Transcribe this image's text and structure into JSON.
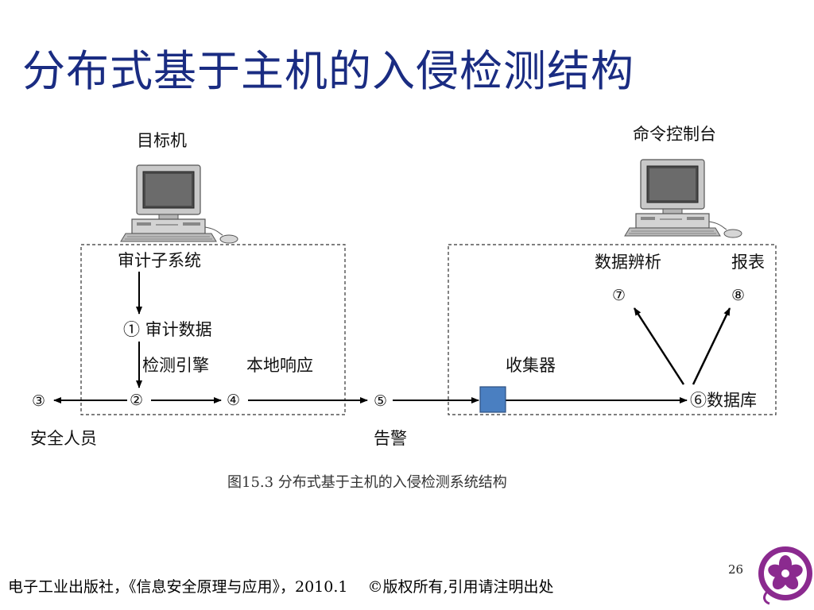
{
  "slide": {
    "title": "分布式基于主机的入侵检测结构",
    "page_number": "26",
    "footer": "电子工业出版社，《信息安全原理与应用》，2010.1　 ©版权所有,引用请注明出处"
  },
  "diagram": {
    "caption": "图15.3 分布式基于主机的入侵检测系统结构",
    "target_machine_label": "目标机",
    "console_label": "命令控制台",
    "audit_subsystem": "审计子系统",
    "audit_data": "① 审计数据",
    "detection_engine": "检测引擎",
    "local_response": "本地响应",
    "collector": "收集器",
    "data_analysis": "数据辨析",
    "report": "报表",
    "node_7": "⑦",
    "node_8": "⑧",
    "node_2": "②",
    "node_3": "③",
    "node_4": "④",
    "node_5": "⑤",
    "database": "⑥数据库",
    "security_staff": "安全人员",
    "alarm": "告警"
  },
  "colors": {
    "title": "#1a2c82",
    "collector_fill": "#4a7fc1",
    "logo": "#8b2a8f"
  },
  "icons": [
    "computer-icon",
    "flower-logo-icon"
  ]
}
